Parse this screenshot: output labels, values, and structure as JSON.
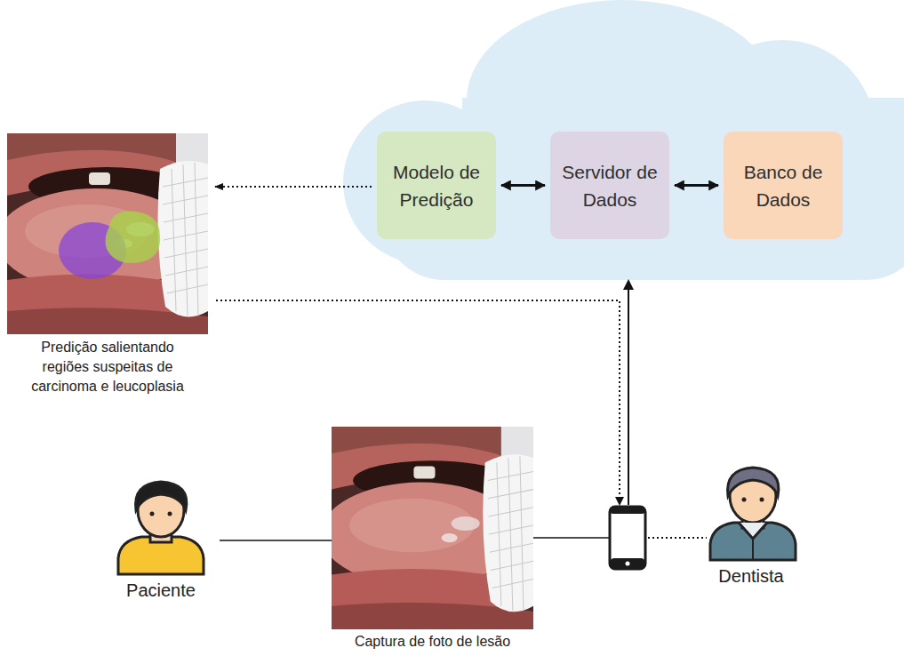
{
  "diagram": {
    "nodes": [
      {
        "text": [
          "Modelo de Predição"
        ]
      },
      {
        "text": [
          "Servidor de Dados"
        ]
      },
      {
        "text": [
          "Banco de Dados"
        ]
      },
      {
        "text": [
          "Predição salientando regiões suspeitas de carcinoma e leucoplasia"
        ]
      },
      {
        "text": [
          "Paciente"
        ]
      },
      {
        "text": [
          "Captura de foto de lesão"
        ]
      },
      {
        "text": [
          "Dentista"
        ]
      }
    ],
    "edges": [
      {
        "from": 0,
        "to": 1,
        "arrow": "both"
      },
      {
        "from": 1,
        "to": 2,
        "arrow": "both"
      },
      {
        "from": 0,
        "to": 3,
        "arrow": "to"
      },
      {
        "from": 4,
        "to": 5,
        "arrow": "none"
      }
    ]
  }
}
